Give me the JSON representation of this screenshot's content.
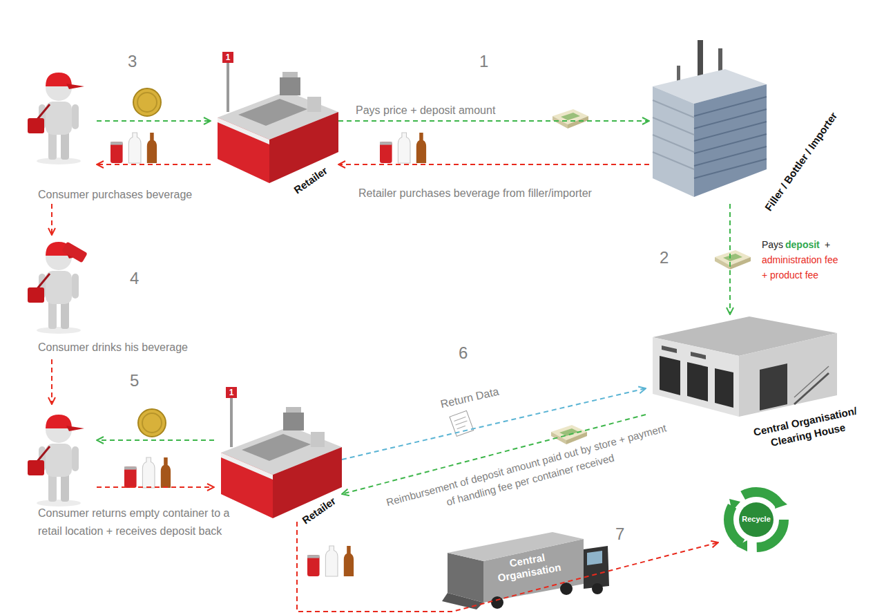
{
  "diagram": {
    "nodes": [
      {
        "text": [
          "Consumer purchases beverage"
        ]
      },
      {
        "text": [
          "Retailer"
        ]
      },
      {
        "text": [
          "Filler / Bottler / Importer"
        ]
      },
      {
        "text": [
          "Central Organisation/ Clearing House"
        ]
      },
      {
        "text": [
          "Consumer drinks his beverage"
        ]
      },
      {
        "text": [
          "Consumer returns empty container to a retail location + receives deposit back"
        ]
      },
      {
        "text": [
          "Retailer"
        ]
      },
      {
        "text": [
          "Central Organisation"
        ]
      },
      {
        "text": [
          "Recycle"
        ]
      }
    ],
    "edges": [
      {
        "from": 0,
        "to": 1,
        "arrow": "to"
      },
      {
        "from": 1,
        "to": 0,
        "arrow": "to"
      },
      {
        "from": 1,
        "to": 2,
        "arrow": "to",
        "label": "Pays price + deposit amount"
      },
      {
        "from": 2,
        "to": 1,
        "arrow": "to"
      },
      {
        "from": 2,
        "to": 3,
        "arrow": "to"
      },
      {
        "from": 0,
        "to": 4,
        "arrow": "to"
      },
      {
        "from": 4,
        "to": 5,
        "arrow": "to"
      },
      {
        "from": 6,
        "to": 5,
        "arrow": "to"
      },
      {
        "from": 5,
        "to": 6,
        "arrow": "to"
      },
      {
        "from": 6,
        "to": 3,
        "arrow": "to",
        "label": "Return Data"
      },
      {
        "from": 3,
        "to": 6,
        "arrow": "to",
        "label": "Reimbursement of deposit amount paid out by store + payment of handling fee per container received"
      },
      {
        "from": 6,
        "to": 8,
        "arrow": "to"
      }
    ],
    "labels": [
      "3",
      "1",
      "2",
      "4",
      "5",
      "6",
      "7",
      "1",
      "1",
      "Pays",
      "deposit",
      "+",
      "administration fee",
      "+ product fee",
      "Retailer purchases beverage from filler/importer"
    ]
  }
}
